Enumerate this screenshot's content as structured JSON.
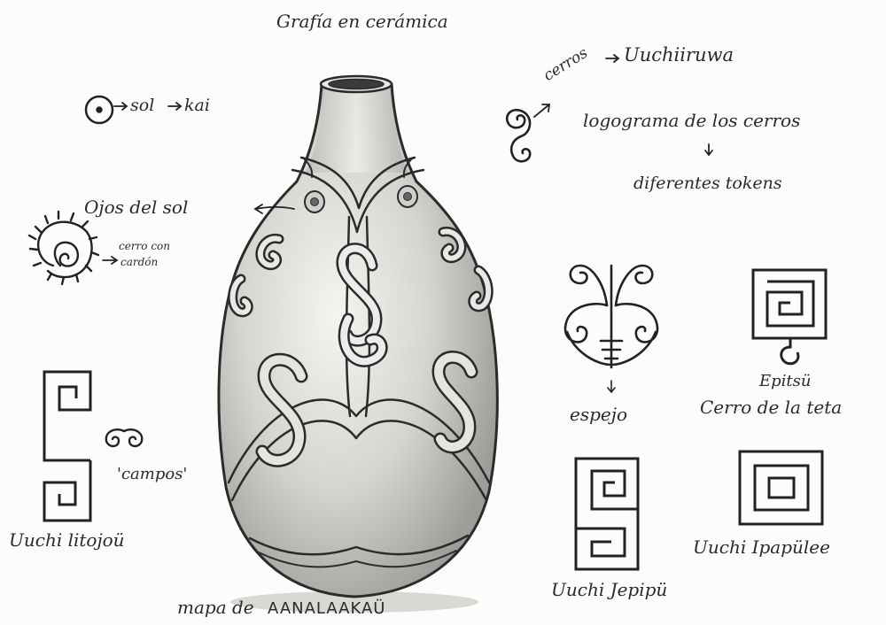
{
  "title": "Grafía en cerámica",
  "sun": {
    "arrow": "->",
    "word_sol": "sol",
    "arrow2": "->",
    "word_kai": "kai"
  },
  "ojos_del_sol": "Ojos del sol",
  "cerro_con_cardon": {
    "line1": "cerro con",
    "line2": "cardón"
  },
  "cerros": {
    "word": "cerros",
    "arrow": "->",
    "target": "Uuchiiruwa"
  },
  "logograma": "logograma de los cerros",
  "diferentes_tokens": "diferentes tokens",
  "campos": "'campos'",
  "uuchi_litojou": "Uuchi litojoü",
  "espejo": "espejo",
  "epitsu": "Epitsü",
  "cerro_de_la_teta": "Cerro de la teta",
  "uuchi_jepipu": "Uuchi Jepipü",
  "uuchi_ipapulee": "Uuchi Ipapülee",
  "mapa": {
    "prefix": "mapa de",
    "place": "AANALAAKAÜ"
  }
}
